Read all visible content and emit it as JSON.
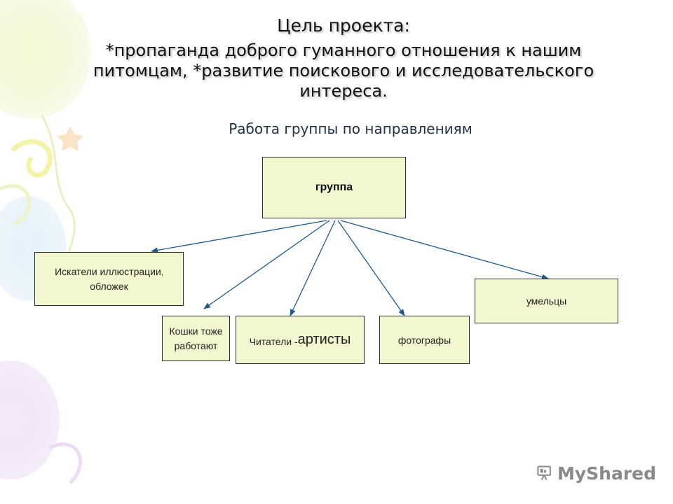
{
  "slide": {
    "title_line1": "Цель проекта:",
    "title_line2a": "*пропаганда доброго гуманного отношения к нашим",
    "title_line2b": "питомцам, *развитие поискового и исследовательского",
    "title_line2c": "интереса.",
    "subtitle": "Работа группы по направлениям"
  },
  "diagram": {
    "root": "группа",
    "nodes": {
      "seekers_line1": "Искатели иллюстрации",
      "seekers_comma": ",",
      "seekers_line2": "обложек",
      "cats_line1": "Кошки тоже",
      "cats_line2": "работают",
      "readers_small": "Читатели -",
      "readers_big": "артисты",
      "photo": "фотографы",
      "craft": "умельцы"
    }
  },
  "watermark": {
    "text": "MyShared"
  },
  "colors": {
    "box_fill": "#f2f7cf",
    "arrow": "#1f5a8a"
  }
}
